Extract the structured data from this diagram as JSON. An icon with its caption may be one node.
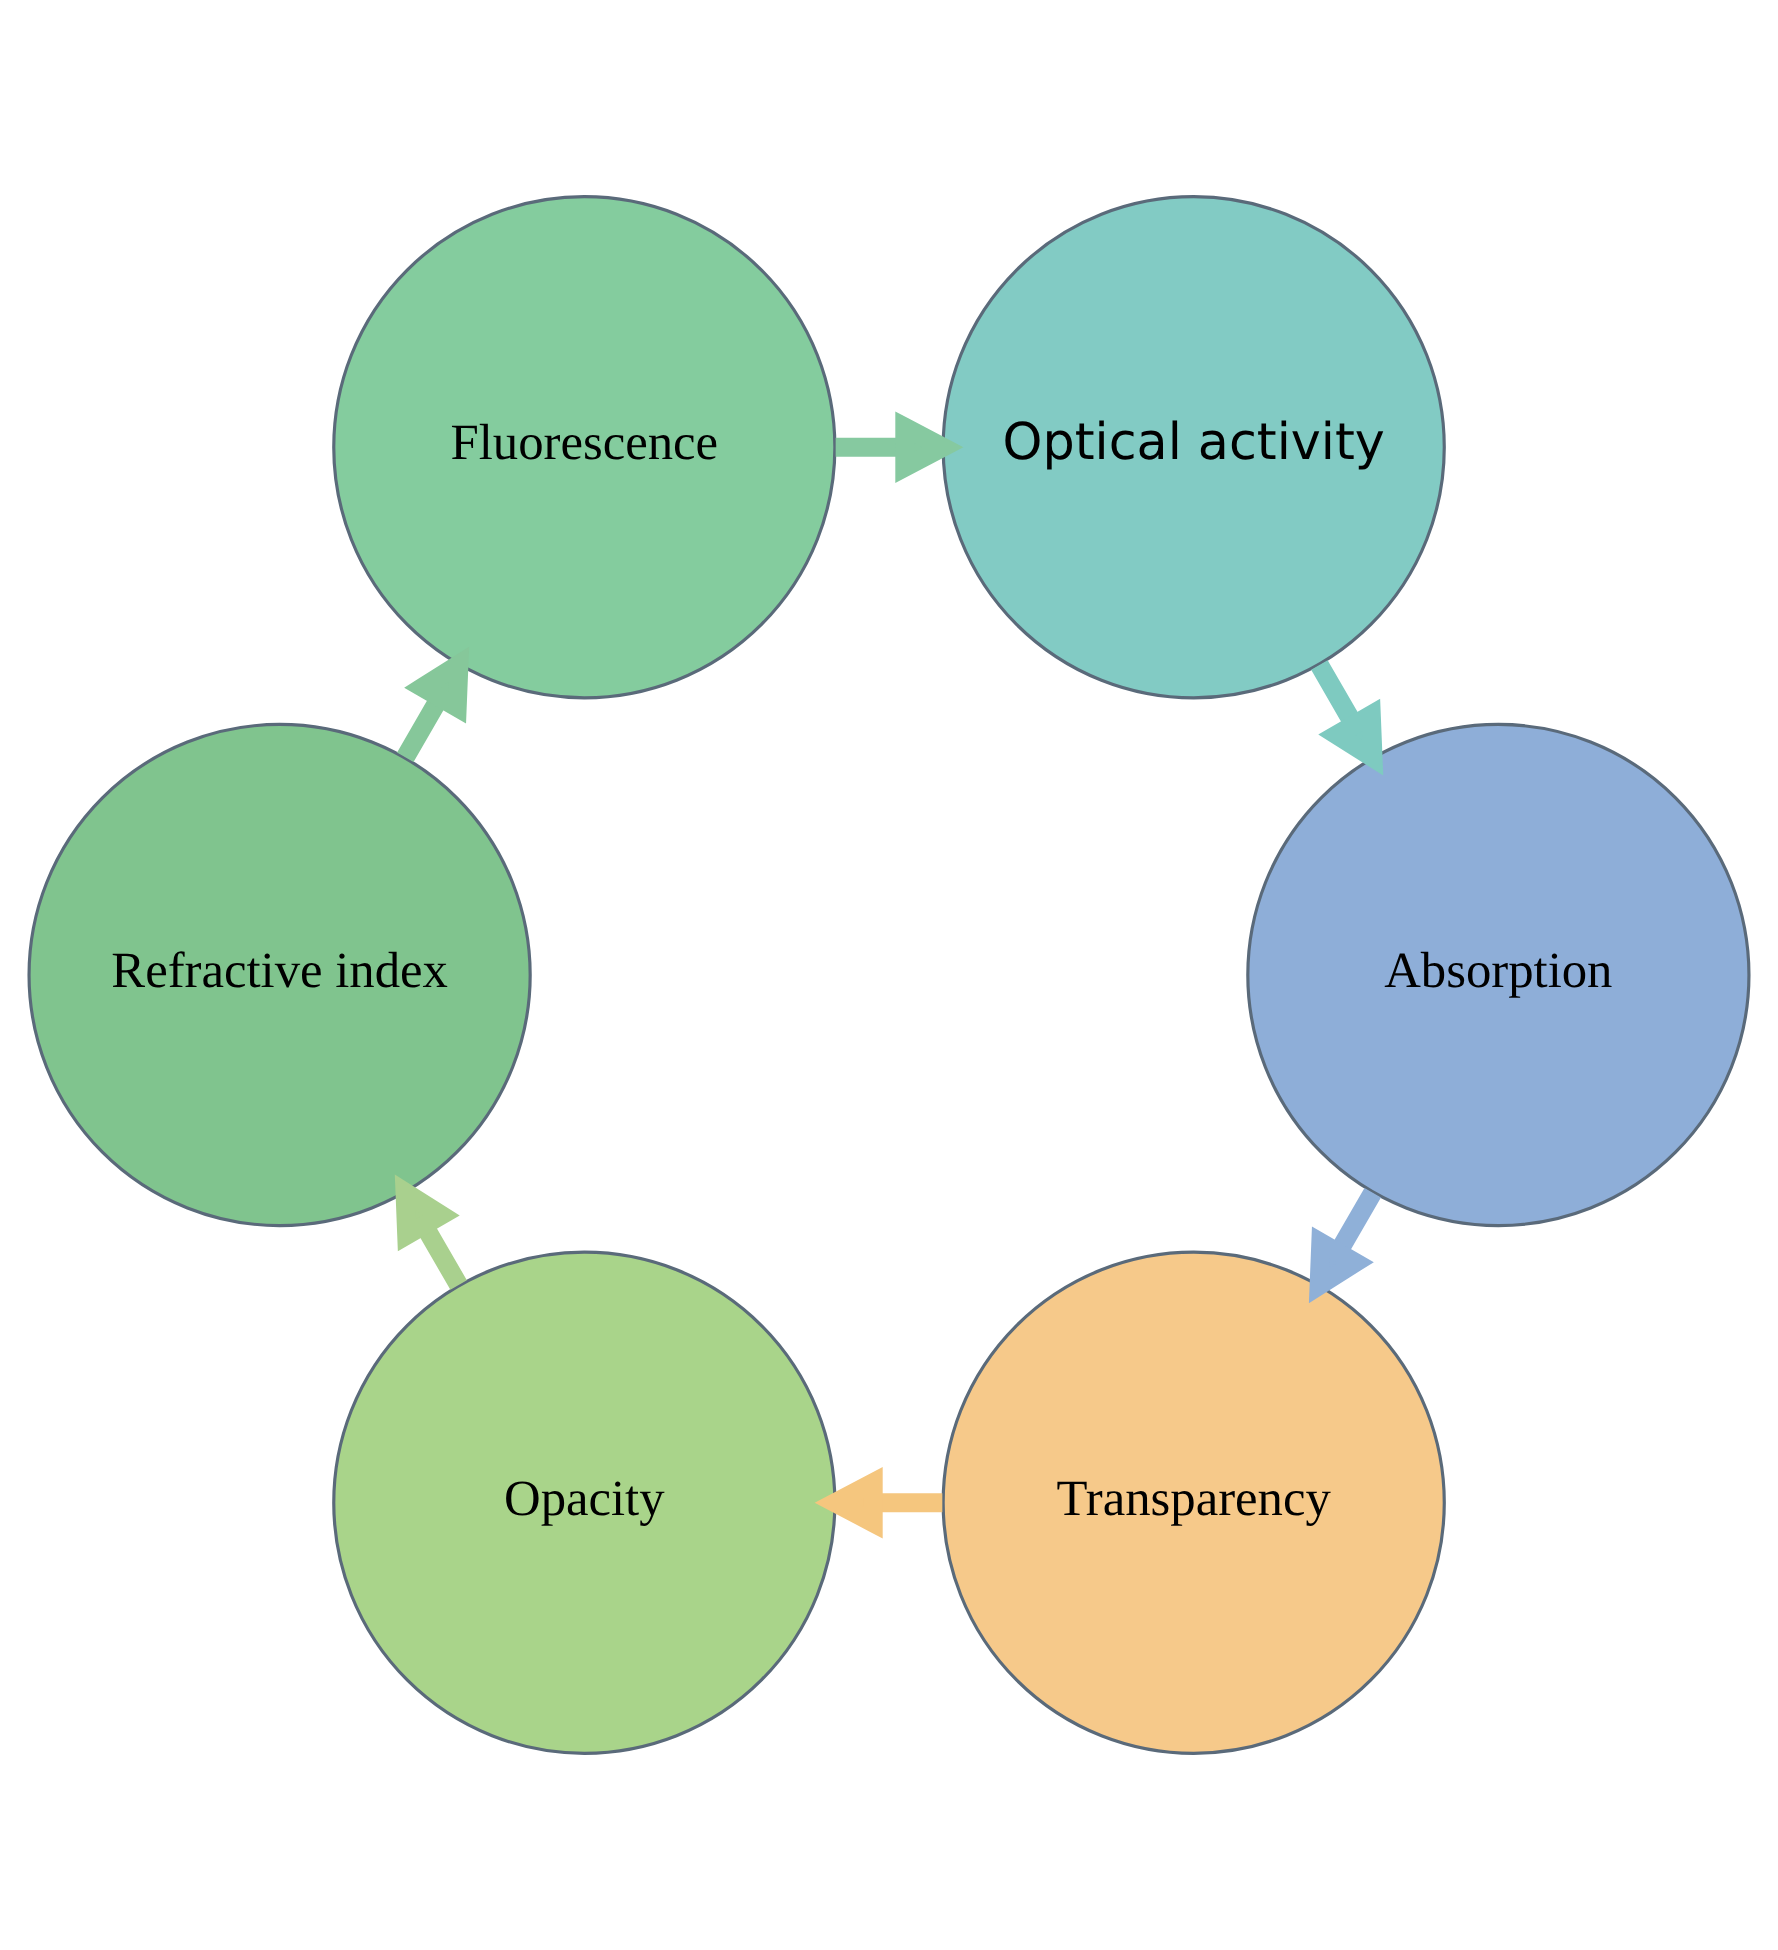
{
  "diagram": {
    "nodes": [
      {
        "text": [
          "Transparency"
        ]
      },
      {
        "text": [
          "Opacity"
        ]
      },
      {
        "text": [
          "Refractive index"
        ]
      },
      {
        "text": [
          "Fluorescence"
        ]
      },
      {
        "text": [
          "Optical activity"
        ]
      },
      {
        "text": [
          "Absorption"
        ]
      }
    ],
    "edges": [
      {
        "from": 0,
        "to": 1,
        "arrow": "to",
        "color": "#f5c67e"
      },
      {
        "from": 1,
        "to": 2,
        "arrow": "to",
        "color": "#a9d08e"
      },
      {
        "from": 2,
        "to": 3,
        "arrow": "to",
        "color": "#86c79a"
      },
      {
        "from": 3,
        "to": 4,
        "arrow": "to",
        "color": "#86c9a0"
      },
      {
        "from": 4,
        "to": 5,
        "arrow": "to",
        "color": "#7ecac0"
      },
      {
        "from": 5,
        "to": 0,
        "arrow": "to",
        "color": "#8fb0d8"
      }
    ]
  }
}
